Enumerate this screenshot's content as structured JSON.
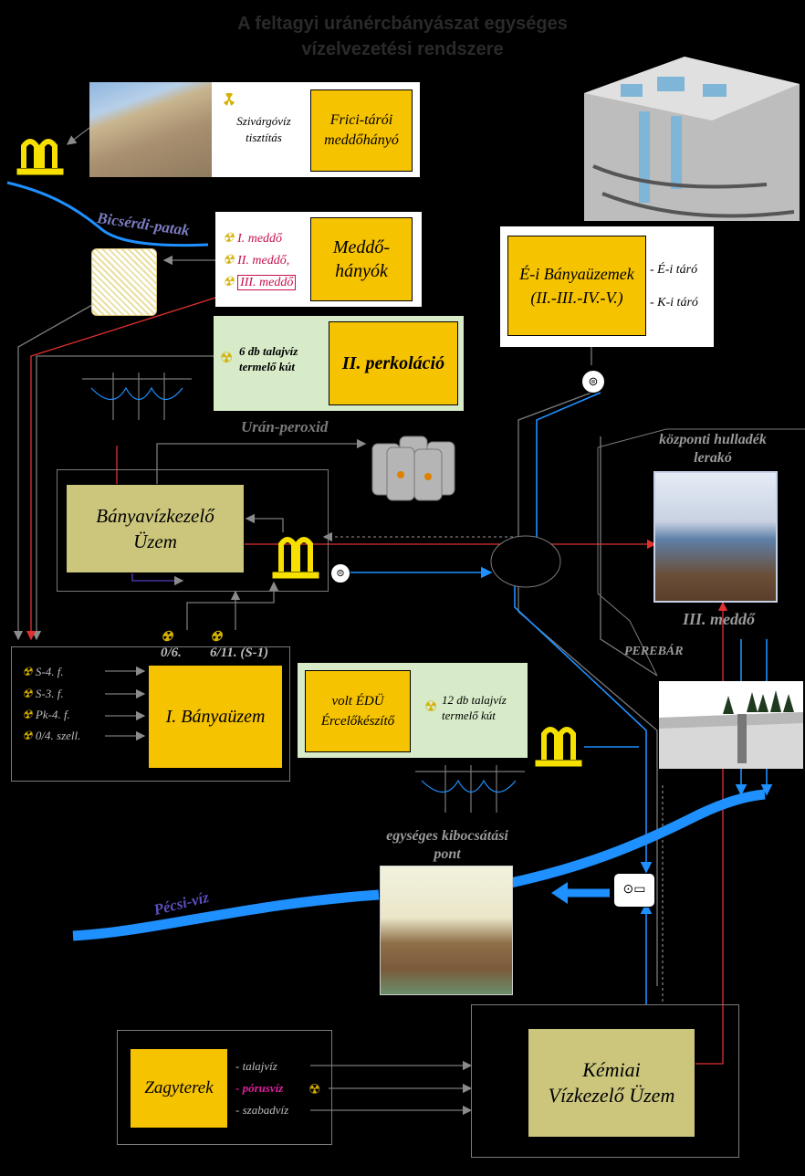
{
  "title": {
    "line1": "A feltagyi uránércbányászat egységes",
    "line2": "vízelvezetési rendszere"
  },
  "frici": {
    "note": "Szivárgóvíz tisztítás",
    "box": "Frici-tárói meddőhányó"
  },
  "bicserdi": "Bicsérdi-patak",
  "meddohanyok": {
    "items": [
      "I. meddő",
      "II. meddő,",
      "III. meddő"
    ],
    "box": "Meddő-hányók"
  },
  "perkolacio": {
    "note": "6 db talajvíz termelő kút",
    "box": "II. perkoláció"
  },
  "banyauzemek": {
    "box": "É-i Bányaüzemek (II.-III.-IV.-V.)",
    "notes": [
      "- É-i táró",
      "- K-i táró"
    ]
  },
  "uran": "Urán-peroxid",
  "kozponti": "központi hulladék lerakó",
  "bvu": "Bányavízkezelő Üzem",
  "iii_meddo": "III. meddő",
  "perebar": "PEREBÁR",
  "shafts": [
    "0/6.",
    "6/11. (S-1)"
  ],
  "banyauzem1": {
    "items": [
      "S-4. f.",
      "S-3. f.",
      "Pk-4. f.",
      "0/4. szell."
    ],
    "box": "I. Bányaüzem"
  },
  "edu": {
    "box": "volt ÉDÜ Ércelőkészítő",
    "note": "12 db talajvíz termelő kút"
  },
  "kibocsatasi": "egységes kibocsátási pont",
  "pecsi": "Pécsi-víz",
  "zagyterek": {
    "box": "Zagyterek",
    "items": [
      "- talajvíz",
      "- pórusvíz",
      "- szabadvíz"
    ]
  },
  "kvu": "Kémiai Vízkezelő Üzem",
  "colors": {
    "yellow": "#f6c300",
    "blue": "#1e90ff",
    "red": "#e03030",
    "olive": "#cbc67c"
  }
}
